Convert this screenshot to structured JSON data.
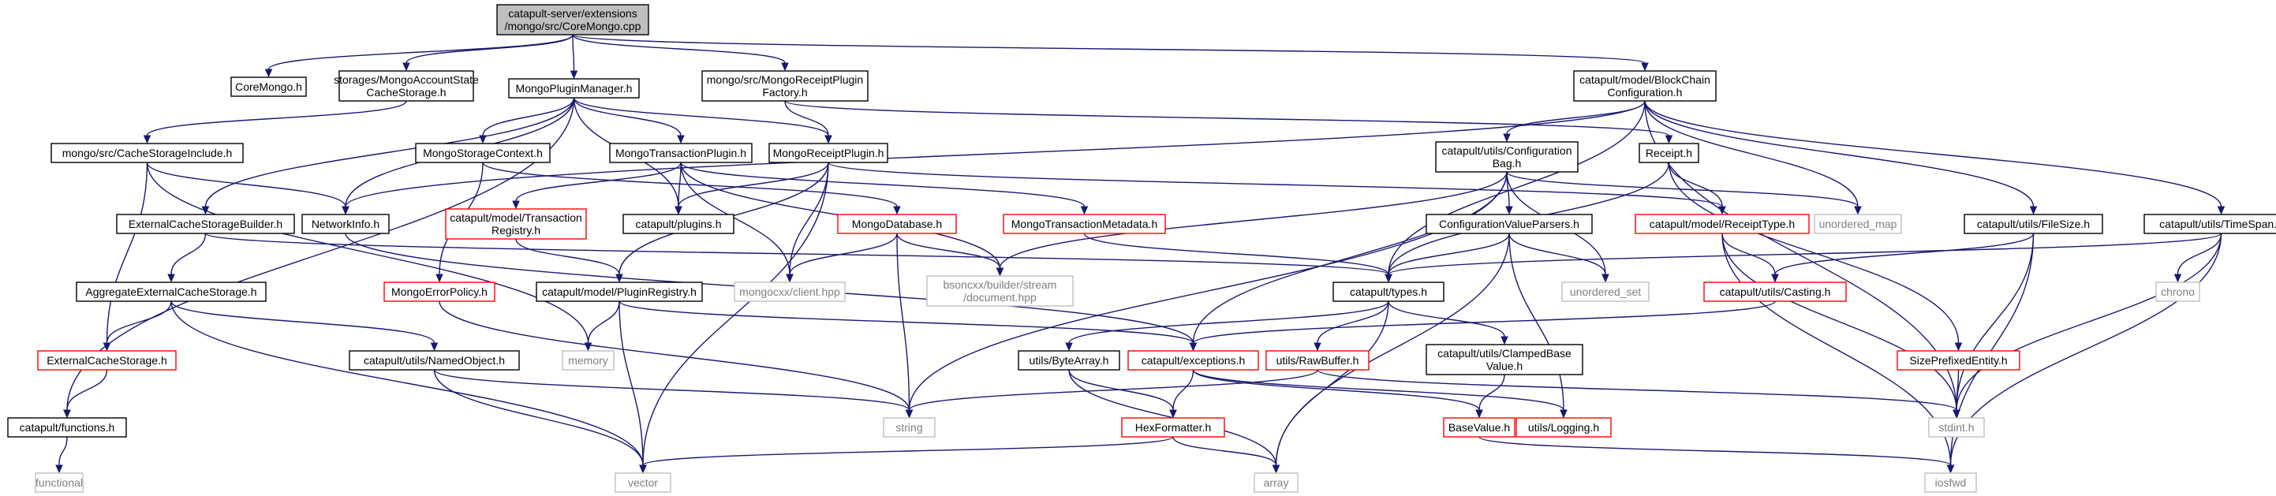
{
  "nodes": [
    {
      "id": "core_cpp",
      "lines": [
        "catapult-server/extensions",
        "/mongo/src/CoreMongo.cpp"
      ],
      "kind": "root"
    },
    {
      "id": "coremongo_h",
      "lines": [
        "CoreMongo.h"
      ],
      "kind": "normal"
    },
    {
      "id": "mongoaccount",
      "lines": [
        "storages/MongoAccountState",
        "CacheStorage.h"
      ],
      "kind": "normal"
    },
    {
      "id": "pluginmanager",
      "lines": [
        "MongoPluginManager.h"
      ],
      "kind": "normal"
    },
    {
      "id": "receiptfactory",
      "lines": [
        "mongo/src/MongoReceiptPlugin",
        "Factory.h"
      ],
      "kind": "normal"
    },
    {
      "id": "blockchaincfg",
      "lines": [
        "catapult/model/BlockChain",
        "Configuration.h"
      ],
      "kind": "normal"
    },
    {
      "id": "cachestorageinclude",
      "lines": [
        "mongo/src/CacheStorageInclude.h"
      ],
      "kind": "normal"
    },
    {
      "id": "storagecontext",
      "lines": [
        "MongoStorageContext.h"
      ],
      "kind": "normal"
    },
    {
      "id": "transactionplugin",
      "lines": [
        "MongoTransactionPlugin.h"
      ],
      "kind": "normal"
    },
    {
      "id": "receiptplugin",
      "lines": [
        "MongoReceiptPlugin.h"
      ],
      "kind": "normal"
    },
    {
      "id": "configbag",
      "lines": [
        "catapult/utils/Configuration",
        "Bag.h"
      ],
      "kind": "normal"
    },
    {
      "id": "receipt_h",
      "lines": [
        "Receipt.h"
      ],
      "kind": "normal"
    },
    {
      "id": "externalbuilder",
      "lines": [
        "ExternalCacheStorageBuilder.h"
      ],
      "kind": "normal"
    },
    {
      "id": "networkinfo",
      "lines": [
        "NetworkInfo.h"
      ],
      "kind": "normal"
    },
    {
      "id": "txregistry",
      "lines": [
        "catapult/model/Transaction",
        "Registry.h"
      ],
      "kind": "red"
    },
    {
      "id": "plugins_h",
      "lines": [
        "catapult/plugins.h"
      ],
      "kind": "normal"
    },
    {
      "id": "mongodatabase",
      "lines": [
        "MongoDatabase.h"
      ],
      "kind": "red"
    },
    {
      "id": "txmetadata",
      "lines": [
        "MongoTransactionMetadata.h"
      ],
      "kind": "red"
    },
    {
      "id": "receipttype",
      "lines": [
        "catapult/model/ReceiptType.h"
      ],
      "kind": "red"
    },
    {
      "id": "unordered_map",
      "lines": [
        "unordered_map"
      ],
      "kind": "gray"
    },
    {
      "id": "filesize",
      "lines": [
        "catapult/utils/FileSize.h"
      ],
      "kind": "normal"
    },
    {
      "id": "timespan",
      "lines": [
        "catapult/utils/TimeSpan.h"
      ],
      "kind": "normal"
    },
    {
      "id": "configparsers",
      "lines": [
        "ConfigurationValueParsers.h"
      ],
      "kind": "normal"
    },
    {
      "id": "aggregate",
      "lines": [
        "AggregateExternalCacheStorage.h"
      ],
      "kind": "normal"
    },
    {
      "id": "errorpolicy",
      "lines": [
        "MongoErrorPolicy.h"
      ],
      "kind": "red"
    },
    {
      "id": "pluginregistry",
      "lines": [
        "catapult/model/PluginRegistry.h"
      ],
      "kind": "normal"
    },
    {
      "id": "mongocxx",
      "lines": [
        "mongocxx/client.hpp"
      ],
      "kind": "gray"
    },
    {
      "id": "bsoncxx",
      "lines": [
        "bsoncxx/builder/stream",
        "/document.hpp"
      ],
      "kind": "gray"
    },
    {
      "id": "types_h",
      "lines": [
        "catapult/types.h"
      ],
      "kind": "normal"
    },
    {
      "id": "unordered_set",
      "lines": [
        "unordered_set"
      ],
      "kind": "gray"
    },
    {
      "id": "casting",
      "lines": [
        "catapult/utils/Casting.h"
      ],
      "kind": "red"
    },
    {
      "id": "chrono",
      "lines": [
        "chrono"
      ],
      "kind": "gray"
    },
    {
      "id": "externalcache",
      "lines": [
        "ExternalCacheStorage.h"
      ],
      "kind": "red"
    },
    {
      "id": "namedobject",
      "lines": [
        "catapult/utils/NamedObject.h"
      ],
      "kind": "normal"
    },
    {
      "id": "memory",
      "lines": [
        "memory"
      ],
      "kind": "gray"
    },
    {
      "id": "bytearray",
      "lines": [
        "utils/ByteArray.h"
      ],
      "kind": "normal"
    },
    {
      "id": "exceptions",
      "lines": [
        "catapult/exceptions.h"
      ],
      "kind": "red"
    },
    {
      "id": "rawbuffer",
      "lines": [
        "utils/RawBuffer.h"
      ],
      "kind": "red"
    },
    {
      "id": "clampedbase",
      "lines": [
        "catapult/utils/ClampedBase",
        "Value.h"
      ],
      "kind": "normal"
    },
    {
      "id": "sizeprefixed",
      "lines": [
        "SizePrefixedEntity.h"
      ],
      "kind": "red"
    },
    {
      "id": "functions_h",
      "lines": [
        "catapult/functions.h"
      ],
      "kind": "normal"
    },
    {
      "id": "string",
      "lines": [
        "string"
      ],
      "kind": "gray"
    },
    {
      "id": "hexformatter",
      "lines": [
        "HexFormatter.h"
      ],
      "kind": "red"
    },
    {
      "id": "basevalue",
      "lines": [
        "BaseValue.h"
      ],
      "kind": "red"
    },
    {
      "id": "logging",
      "lines": [
        "utils/Logging.h"
      ],
      "kind": "red"
    },
    {
      "id": "stdint",
      "lines": [
        "stdint.h"
      ],
      "kind": "gray"
    },
    {
      "id": "functional",
      "lines": [
        "functional"
      ],
      "kind": "gray"
    },
    {
      "id": "vector",
      "lines": [
        "vector"
      ],
      "kind": "gray"
    },
    {
      "id": "array",
      "lines": [
        "array"
      ],
      "kind": "gray"
    },
    {
      "id": "iosfwd",
      "lines": [
        "iosfwd"
      ],
      "kind": "gray"
    }
  ],
  "edges": [
    [
      "core_cpp",
      "coremongo_h"
    ],
    [
      "core_cpp",
      "mongoaccount"
    ],
    [
      "core_cpp",
      "pluginmanager"
    ],
    [
      "core_cpp",
      "receiptfactory"
    ],
    [
      "core_cpp",
      "blockchaincfg"
    ],
    [
      "mongoaccount",
      "cachestorageinclude"
    ],
    [
      "pluginmanager",
      "storagecontext"
    ],
    [
      "pluginmanager",
      "transactionplugin"
    ],
    [
      "pluginmanager",
      "receiptplugin"
    ],
    [
      "pluginmanager",
      "externalbuilder"
    ],
    [
      "pluginmanager",
      "networkinfo"
    ],
    [
      "pluginmanager",
      "plugins_h"
    ],
    [
      "pluginmanager",
      "functions_h"
    ],
    [
      "receiptfactory",
      "receiptplugin"
    ],
    [
      "receiptfactory",
      "receipt_h"
    ],
    [
      "blockchaincfg",
      "configbag"
    ],
    [
      "blockchaincfg",
      "filesize"
    ],
    [
      "blockchaincfg",
      "timespan"
    ],
    [
      "blockchaincfg",
      "types_h"
    ],
    [
      "blockchaincfg",
      "unordered_map"
    ],
    [
      "blockchaincfg",
      "networkinfo"
    ],
    [
      "blockchaincfg",
      "stdint"
    ],
    [
      "cachestorageinclude",
      "networkinfo"
    ],
    [
      "cachestorageinclude",
      "externalcache"
    ],
    [
      "cachestorageinclude",
      "memory"
    ],
    [
      "storagecontext",
      "mongodatabase"
    ],
    [
      "storagecontext",
      "errorpolicy"
    ],
    [
      "transactionplugin",
      "txregistry"
    ],
    [
      "transactionplugin",
      "plugins_h"
    ],
    [
      "transactionplugin",
      "txmetadata"
    ],
    [
      "transactionplugin",
      "mongocxx"
    ],
    [
      "transactionplugin",
      "bsoncxx"
    ],
    [
      "receiptplugin",
      "plugins_h"
    ],
    [
      "receiptplugin",
      "pluginregistry"
    ],
    [
      "receiptplugin",
      "mongocxx"
    ],
    [
      "receiptplugin",
      "receipttype"
    ],
    [
      "receiptplugin",
      "vector"
    ],
    [
      "configbag",
      "configparsers"
    ],
    [
      "configbag",
      "unordered_map"
    ],
    [
      "configbag",
      "unordered_set"
    ],
    [
      "configbag",
      "exceptions"
    ],
    [
      "configbag",
      "bsoncxx"
    ],
    [
      "configbag",
      "string"
    ],
    [
      "receipt_h",
      "receipttype"
    ],
    [
      "receipt_h",
      "types_h"
    ],
    [
      "receipt_h",
      "sizeprefixed"
    ],
    [
      "externalbuilder",
      "aggregate"
    ],
    [
      "externalbuilder",
      "types_h"
    ],
    [
      "networkinfo",
      "exceptions"
    ],
    [
      "txregistry",
      "pluginregistry"
    ],
    [
      "mongodatabase",
      "mongocxx"
    ],
    [
      "mongodatabase",
      "bsoncxx"
    ],
    [
      "mongodatabase",
      "string"
    ],
    [
      "txmetadata",
      "types_h"
    ],
    [
      "receipttype",
      "casting"
    ],
    [
      "receipttype",
      "iosfwd"
    ],
    [
      "receipttype",
      "stdint"
    ],
    [
      "filesize",
      "casting"
    ],
    [
      "filesize",
      "stdint"
    ],
    [
      "filesize",
      "iosfwd"
    ],
    [
      "timespan",
      "types_h"
    ],
    [
      "timespan",
      "chrono"
    ],
    [
      "timespan",
      "stdint"
    ],
    [
      "timespan",
      "iosfwd"
    ],
    [
      "configparsers",
      "types_h"
    ],
    [
      "configparsers",
      "unordered_set"
    ],
    [
      "configparsers",
      "logging"
    ],
    [
      "configparsers",
      "array"
    ],
    [
      "aggregate",
      "externalcache"
    ],
    [
      "aggregate",
      "namedobject"
    ],
    [
      "aggregate",
      "vector"
    ],
    [
      "errorpolicy",
      "string"
    ],
    [
      "pluginregistry",
      "exceptions"
    ],
    [
      "pluginregistry",
      "memory"
    ],
    [
      "pluginregistry",
      "vector"
    ],
    [
      "types_h",
      "bytearray"
    ],
    [
      "types_h",
      "rawbuffer"
    ],
    [
      "types_h",
      "clampedbase"
    ],
    [
      "types_h",
      "array"
    ],
    [
      "casting",
      "exceptions"
    ],
    [
      "externalcache",
      "functions_h"
    ],
    [
      "namedobject",
      "string"
    ],
    [
      "namedobject",
      "vector"
    ],
    [
      "bytearray",
      "hexformatter"
    ],
    [
      "bytearray",
      "array"
    ],
    [
      "exceptions",
      "hexformatter"
    ],
    [
      "exceptions",
      "basevalue"
    ],
    [
      "exceptions",
      "logging"
    ],
    [
      "rawbuffer",
      "string"
    ],
    [
      "rawbuffer",
      "stdint"
    ],
    [
      "clampedbase",
      "basevalue"
    ],
    [
      "sizeprefixed",
      "stdint"
    ],
    [
      "functions_h",
      "functional"
    ],
    [
      "hexformatter",
      "array"
    ],
    [
      "hexformatter",
      "vector"
    ],
    [
      "basevalue",
      "iosfwd"
    ]
  ],
  "colors": {
    "edge": "#191970",
    "node_border": "#000000",
    "red_border": "#ff0000",
    "gray_border": "#bfbfbf",
    "gray_text": "#808080",
    "root_fill": "#bfbfbf",
    "node_fill": "#ffffff"
  }
}
